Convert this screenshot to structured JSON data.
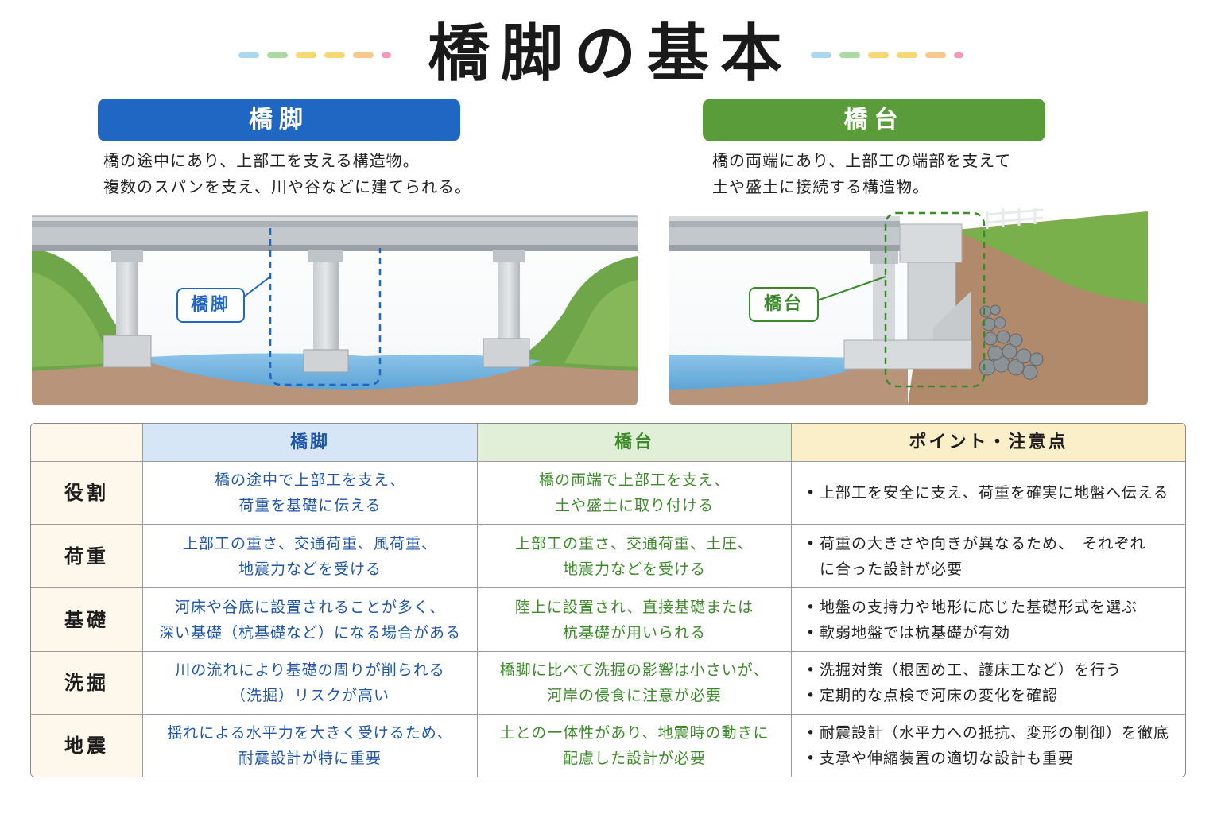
{
  "title": "橋脚の基本",
  "colors": {
    "pier": "#1f67c3",
    "abutment": "#5a9c39",
    "dots": [
      "#a9d8f0",
      "#a9dba0",
      "#f7d774",
      "#f8c98f",
      "#f4a99e",
      "#f59ab5"
    ]
  },
  "pier": {
    "heading": "橋脚",
    "desc_lines": [
      "橋の途中にあり、上部工を支える構造物。",
      "複数のスパンを支え、川や谷などに建てられる。"
    ],
    "callout": "橋脚"
  },
  "abutment": {
    "heading": "橋台",
    "desc_lines": [
      "橋の両端にあり、上部工の端部を支えて",
      "土や盛土に接続する構造物。"
    ],
    "callout": "橋台"
  },
  "table": {
    "headers": [
      "",
      "橋脚",
      "橋台",
      "ポイント・注意点"
    ],
    "rows": [
      {
        "label": "役割",
        "pier": [
          "橋の途中で上部工を支え、",
          "荷重を基礎に伝える"
        ],
        "abutment": [
          "橋の両端で上部工を支え、",
          "土や盛土に取り付ける"
        ],
        "points": [
          "上部工を安全に支え、荷重を確実に地盤へ伝える"
        ]
      },
      {
        "label": "荷重",
        "pier": [
          "上部工の重さ、交通荷重、風荷重、",
          "地震力などを受ける"
        ],
        "abutment": [
          "上部工の重さ、交通荷重、土圧、",
          "地震力などを受ける"
        ],
        "points": [
          "荷重の大きさや向きが異なるため、　それぞれに合った設計が必要"
        ]
      },
      {
        "label": "基礎",
        "pier": [
          "河床や谷底に設置されることが多く、",
          "深い基礎（杭基礎など）になる場合がある"
        ],
        "abutment": [
          "陸上に設置され、直接基礎または",
          "杭基礎が用いられる"
        ],
        "points": [
          "地盤の支持力や地形に応じた基礎形式を選ぶ",
          "軟弱地盤では杭基礎が有効"
        ]
      },
      {
        "label": "洗掘",
        "pier": [
          "川の流れにより基礎の周りが削られる",
          "（洗掘）リスクが高い"
        ],
        "abutment": [
          "橋脚に比べて洗掘の影響は小さいが、",
          "河岸の侵食に注意が必要"
        ],
        "points": [
          "洗掘対策（根固め工、護床工など）を行う",
          "定期的な点検で河床の変化を確認"
        ]
      },
      {
        "label": "地震",
        "pier": [
          "揺れによる水平力を大きく受けるため、",
          "耐震設計が特に重要"
        ],
        "abutment": [
          "土との一体性があり、地震時の動きに",
          "配慮した設計が必要"
        ],
        "points": [
          "耐震設計（水平力への抵抗、変形の制御）を徹底",
          "支承や伸縮装置の適切な設計も重要"
        ]
      }
    ]
  }
}
